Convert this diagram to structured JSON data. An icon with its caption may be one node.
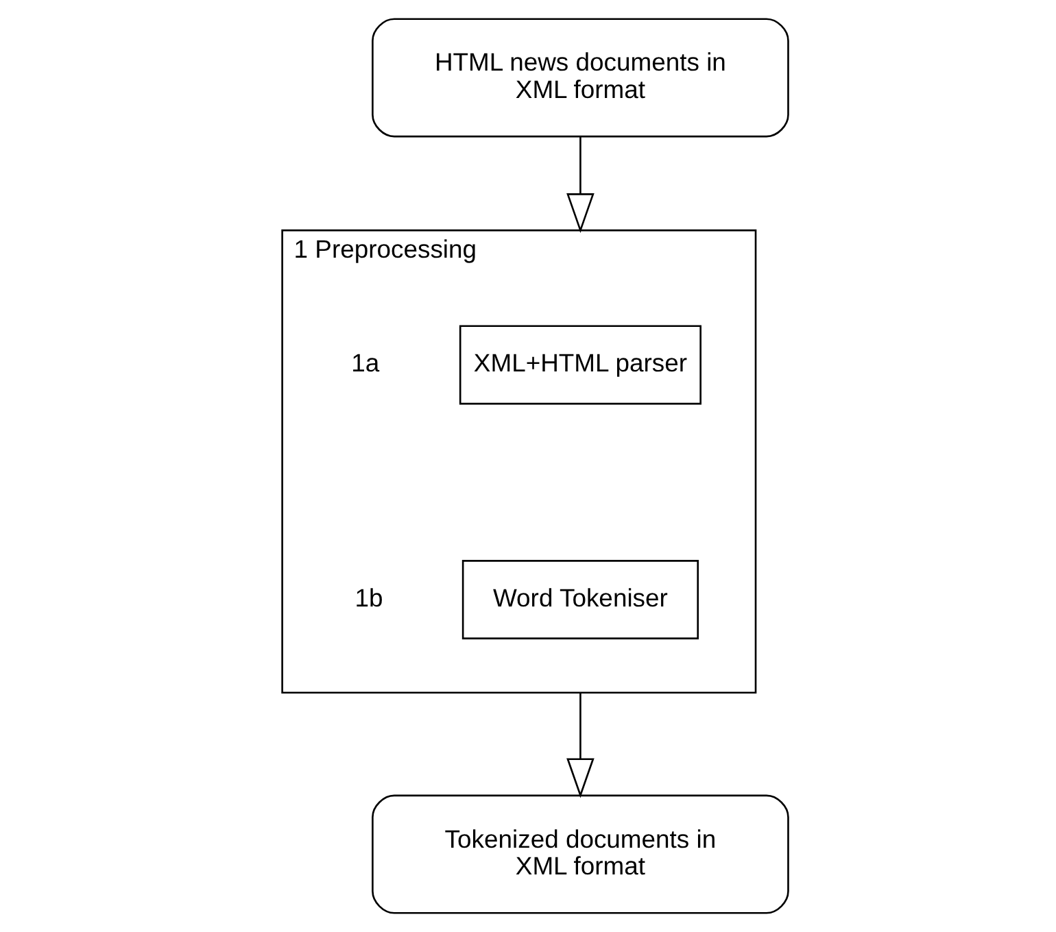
{
  "diagram": {
    "nodes": [
      {
        "text": [
          "HTML news documents in XML format"
        ]
      },
      {
        "text": [
          "1 Preprocessing"
        ]
      },
      {
        "text": [
          "XML+HTML parser"
        ],
        "in": 1,
        "beside": [
          "1a"
        ]
      },
      {
        "text": [
          "Word Tokeniser"
        ],
        "in": 1,
        "beside": [
          "1b"
        ]
      },
      {
        "text": [
          "Tokenized documents in XML format"
        ]
      }
    ],
    "edges": [
      {
        "from": 0,
        "to": 1,
        "arrow": "to"
      },
      {
        "from": 1,
        "to": 4,
        "arrow": "to"
      }
    ]
  }
}
